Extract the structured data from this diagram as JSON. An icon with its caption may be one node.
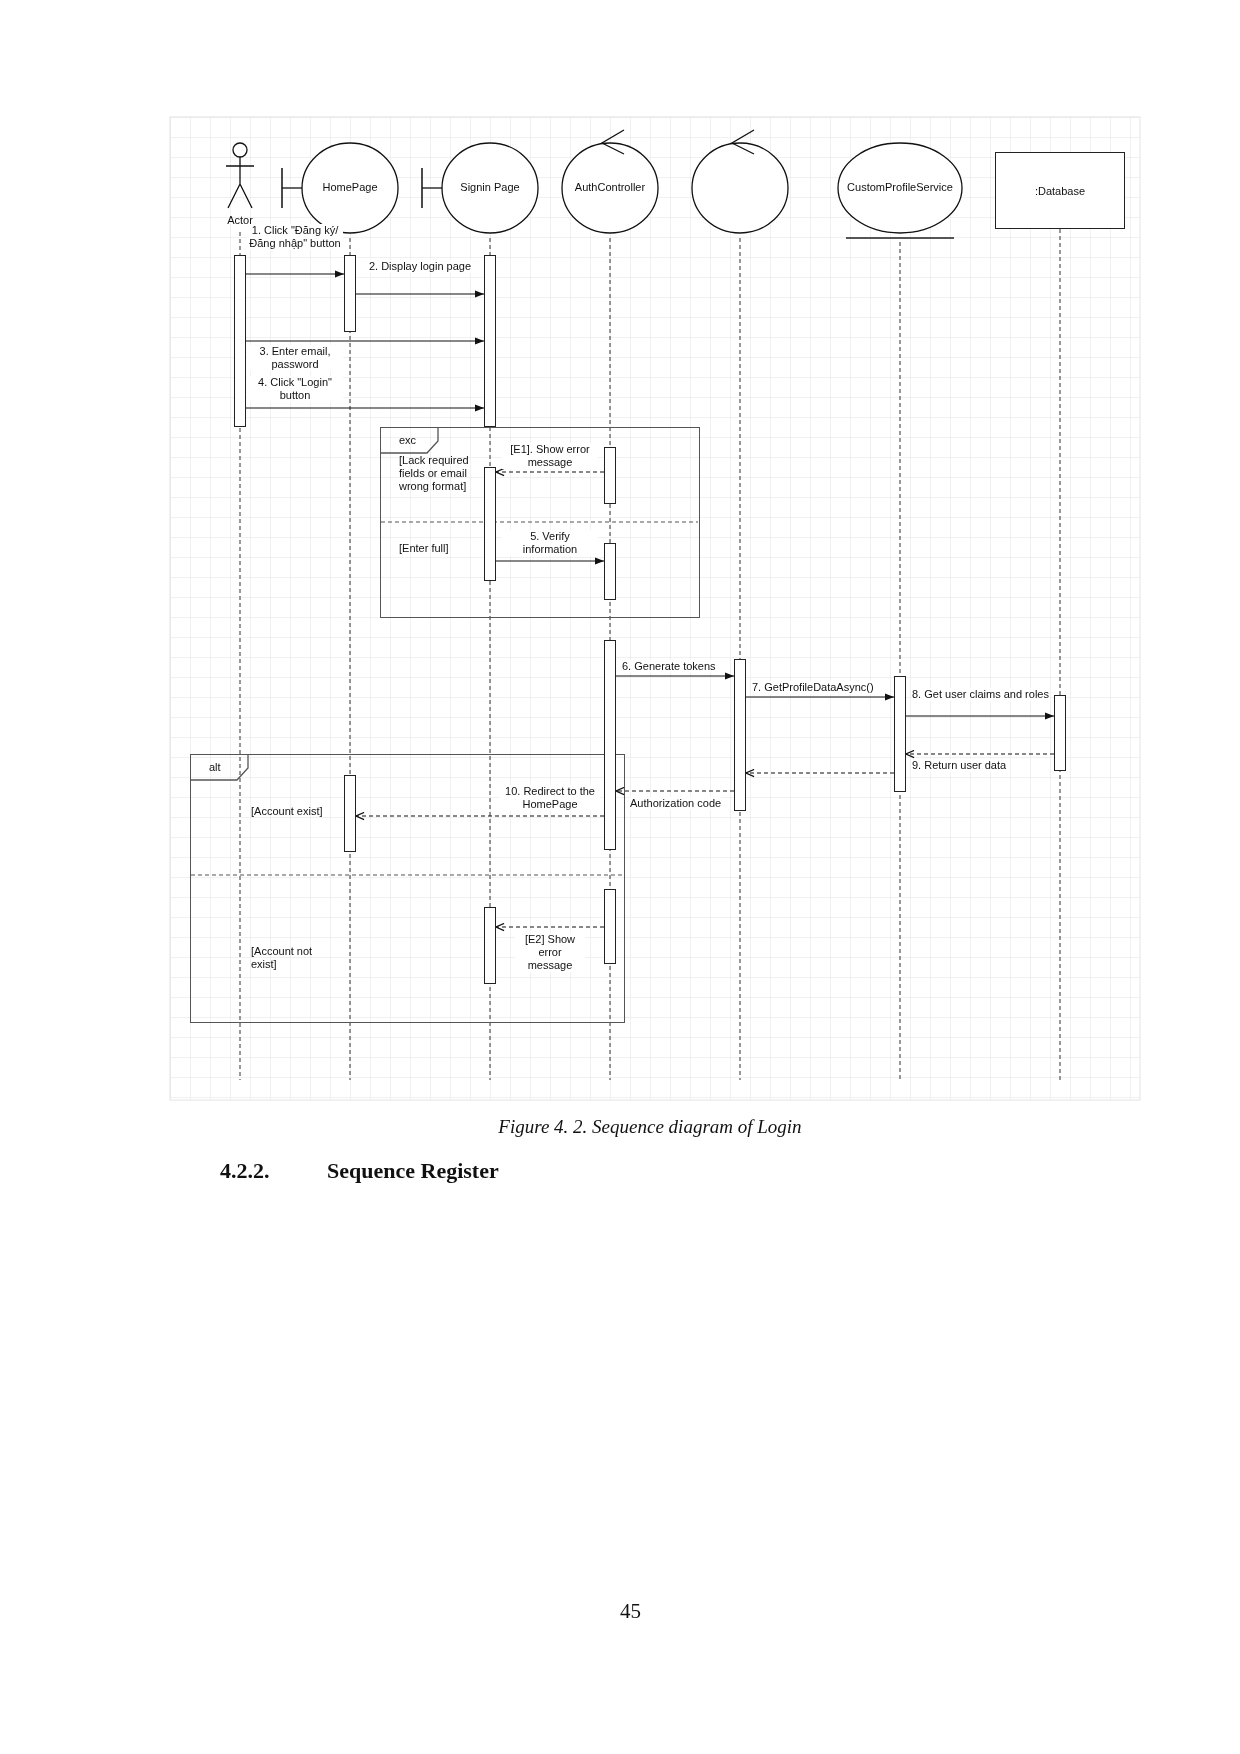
{
  "diagram": {
    "caption": "Figure 4. 2. Sequence diagram of Login",
    "nodes": [
      {
        "text": [
          "Actor"
        ]
      },
      {
        "text": [
          "HomePage"
        ]
      },
      {
        "text": [
          "Signin Page"
        ]
      },
      {
        "text": [
          "AuthController"
        ]
      },
      {
        "text": [],
        "shape": "circle"
      },
      {
        "text": [
          "CustomProfileService"
        ]
      },
      {
        "text": [
          ":Database"
        ]
      },
      {
        "text": [
          "exc",
          "[Lack required fields or email wrong format]",
          "[Enter full]"
        ]
      },
      {
        "text": [
          "alt",
          "[Account exist]",
          "[Account not exist]"
        ]
      },
      {
        "text": [],
        "shape": "bar"
      },
      {
        "text": [],
        "shape": "bar"
      },
      {
        "text": [],
        "shape": "bar"
      },
      {
        "text": [],
        "shape": "bar",
        "in": 7
      },
      {
        "text": [],
        "shape": "bar",
        "in": 7
      },
      {
        "text": [],
        "shape": "bar",
        "in": 7
      },
      {
        "text": [],
        "shape": "bar"
      },
      {
        "text": [],
        "shape": "bar"
      },
      {
        "text": [],
        "shape": "bar"
      },
      {
        "text": [],
        "shape": "bar"
      },
      {
        "text": [],
        "shape": "bar",
        "in": 8
      },
      {
        "text": [],
        "shape": "bar",
        "in": 8
      },
      {
        "text": [],
        "shape": "bar",
        "in": 8
      }
    ],
    "edges": [
      {
        "from": 9,
        "to": 10,
        "arrow": "to",
        "label": "1. Click \"Đăng ký/ Đăng nhập\" button"
      },
      {
        "from": 10,
        "to": 11,
        "arrow": "to",
        "label": "2. Display login page"
      },
      {
        "from": 9,
        "to": 11,
        "arrow": "to",
        "label": "3. Enter email, password"
      },
      {
        "from": 9,
        "to": 11,
        "arrow": "to",
        "label": "4. Click \"Login\" button"
      },
      {
        "from": 12,
        "to": 13,
        "arrow": "to",
        "style": "dashed",
        "label": "[E1]. Show error message"
      },
      {
        "from": 13,
        "to": 14,
        "arrow": "to",
        "label": "5. Verify information"
      },
      {
        "from": 15,
        "to": 16,
        "arrow": "to",
        "label": "6. Generate tokens"
      },
      {
        "from": 16,
        "to": 17,
        "arrow": "to",
        "label": "7. GetProfileDataAsync()"
      },
      {
        "from": 17,
        "to": 18,
        "arrow": "to",
        "label": "8. Get user claims and roles"
      },
      {
        "from": 18,
        "to": 17,
        "arrow": "to",
        "style": "dashed",
        "label": "9. Return user data"
      },
      {
        "from": 17,
        "to": 16,
        "arrow": "to",
        "style": "dashed"
      },
      {
        "from": 16,
        "to": 15,
        "arrow": "to",
        "style": "dashed",
        "label": "Authorization code"
      },
      {
        "from": 15,
        "to": 19,
        "arrow": "to",
        "style": "dashed",
        "label": "10. Redirect to the HomePage"
      },
      {
        "from": 20,
        "to": 21,
        "arrow": "to",
        "style": "dashed",
        "label": "[E2] Show error message"
      }
    ],
    "labels": [
      "4.2.2.",
      "Sequence Register",
      "45"
    ]
  }
}
